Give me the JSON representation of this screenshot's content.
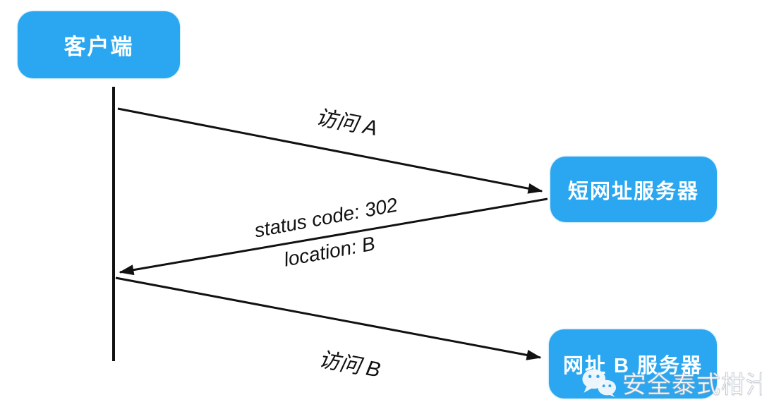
{
  "diagram": {
    "nodes": {
      "client": {
        "label": "客户端"
      },
      "short_url_server": {
        "label": "短网址服务器"
      },
      "url_b_server": {
        "label": "网址 B 服务器"
      }
    },
    "messages": {
      "visit_a": {
        "label": "访问 A",
        "from": "client",
        "to": "short_url_server"
      },
      "redirect_status": {
        "label": "status code: 302",
        "from": "short_url_server",
        "to": "client"
      },
      "redirect_location": {
        "label": "location: B",
        "from": "short_url_server",
        "to": "client"
      },
      "visit_b": {
        "label": "访问 B",
        "from": "client",
        "to": "url_b_server"
      }
    },
    "colors": {
      "node_fill": "#2AA7F0",
      "node_text": "#FFFFFF",
      "arrow": "#111111"
    }
  },
  "watermark": {
    "icon": "wechat-icon",
    "text": "安全泰式柑汁"
  }
}
